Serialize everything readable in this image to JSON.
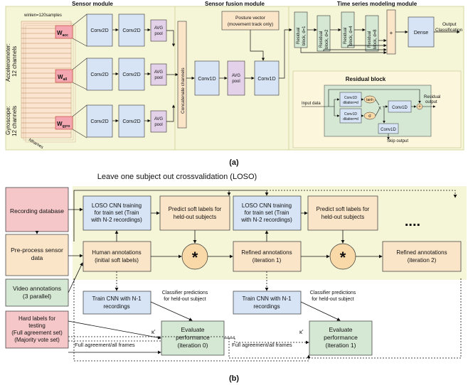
{
  "panel_a": {
    "caption": "(a)",
    "sensor_module": {
      "title": "Sensor module",
      "accel_label_1": "Accelerometer:",
      "accel_label_2": "12 channels",
      "gyro_label_1": "Gyroscope:",
      "gyro_label_2": "12 channels",
      "winlen": "winlen=120samples",
      "w_acc": "W",
      "w_acc_sub": "acc",
      "w_all": "W",
      "w_all_sub": "all",
      "w_gyro": "W",
      "w_gyro_sub": "gyro",
      "nframes": "Nframes",
      "conv2d": "Conv2D",
      "avg_pool_1": "AVG",
      "avg_pool_2": "pool",
      "concat": "Concatenate channels"
    },
    "fusion_module": {
      "title": "Sensor fusion module",
      "posture_1": "Posture vector",
      "posture_2": "(movement track only)",
      "conv1d": "Conv1D",
      "avg_pool_1": "AVG",
      "avg_pool_2": "pool"
    },
    "timeseries_module": {
      "title": "Time series modeling module",
      "blocks": [
        {
          "line1": "Residual",
          "line2": "block, d=1"
        },
        {
          "line1": "Residual",
          "line2": "block, d=2"
        },
        {
          "line1": "Residual",
          "line2": "block, d=4"
        },
        {
          "line1": "Residual",
          "line2": "block, d=8"
        }
      ],
      "plus": "+",
      "dense": "Dense",
      "output_1": "Output",
      "output_2": "Classification"
    },
    "residual_block": {
      "title": "Residual block",
      "input": "Input data",
      "conv1d_dil_1": "Conv1D",
      "conv1d_dil_2": "dilation=d",
      "tanh": "tanh",
      "sigma": "σ",
      "times": "x",
      "conv1d": "Conv1D",
      "plus": "+",
      "residual_out_1": "Residual",
      "residual_out_2": "output",
      "skip_conv": "Conv1D",
      "skip_out": "Skip output"
    }
  },
  "panel_b": {
    "caption": "(b)",
    "title": "Leave one subject out crossvalidation (LOSO)",
    "recording_db": "Recording database",
    "preprocess_1": "Pre-process sensor",
    "preprocess_2": "data",
    "video_1": "Video annotations",
    "video_2": "(3 parallel)",
    "hard_1": "Hard labels for",
    "hard_2": "testing",
    "hard_3": "(Full agreement set)",
    "hard_4": "(Majority vote set)",
    "loso_1": "LOSO CNN training",
    "loso_2": "for train set (Train",
    "loso_3": "with N-2 recordings)",
    "predict_1": "Predict soft labels for",
    "predict_2": "held-out subjects",
    "human_1": "Human annotations",
    "human_2": "(initial soft labels)",
    "refined1_1": "Refined annotations",
    "refined1_2": "(iteration 1)",
    "refined2_1": "Refined annotations",
    "refined2_2": "(iteration 2)",
    "star": "*",
    "train_1": "Train CNN with N-1",
    "train_2": "recordings",
    "clf_1": "Classifier predictions",
    "clf_2": "for held-out subject",
    "eval_1": "Evaluate",
    "eval_2": "performance",
    "eval0_3": "(iteration 0)",
    "eval1_3": "(iteration 1)",
    "kappa": "κ'",
    "full_agree": "Full agreement/all frames",
    "dots": "...."
  },
  "colors": {
    "yellow_bg": "#f5f5d7",
    "blue_box": "#d6e4f5",
    "purple_box": "#e3d1ea",
    "orange_box": "#fbe5c8",
    "green_box": "#d5e8d4",
    "red_box": "#f6c7c9",
    "orange_circle": "#f9d9a8"
  }
}
